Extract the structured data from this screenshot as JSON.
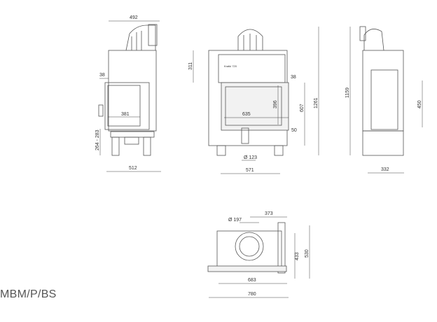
{
  "model_label": "MBM/P/BS",
  "side_view_left": {
    "width_top": "492",
    "offset": "38",
    "door_width": "381",
    "leg_height": "264 - 283",
    "base_width": "512"
  },
  "front_view": {
    "top_height": "311",
    "offset": "38",
    "opening_height": "396",
    "opening_width": "635",
    "door_height": "607",
    "total_height": "1261",
    "bottom_offset": "50",
    "air_inlet": "Ø 123",
    "base_width": "571",
    "brand": "Kratki 720"
  },
  "side_view_right": {
    "total_height": "1159",
    "panel_height": "450",
    "depth": "332"
  },
  "top_view": {
    "flue_diameter": "Ø 197",
    "flue_offset": "373",
    "depth_inner": "433",
    "depth_total": "530",
    "width_inner": "683",
    "width_total": "780"
  }
}
